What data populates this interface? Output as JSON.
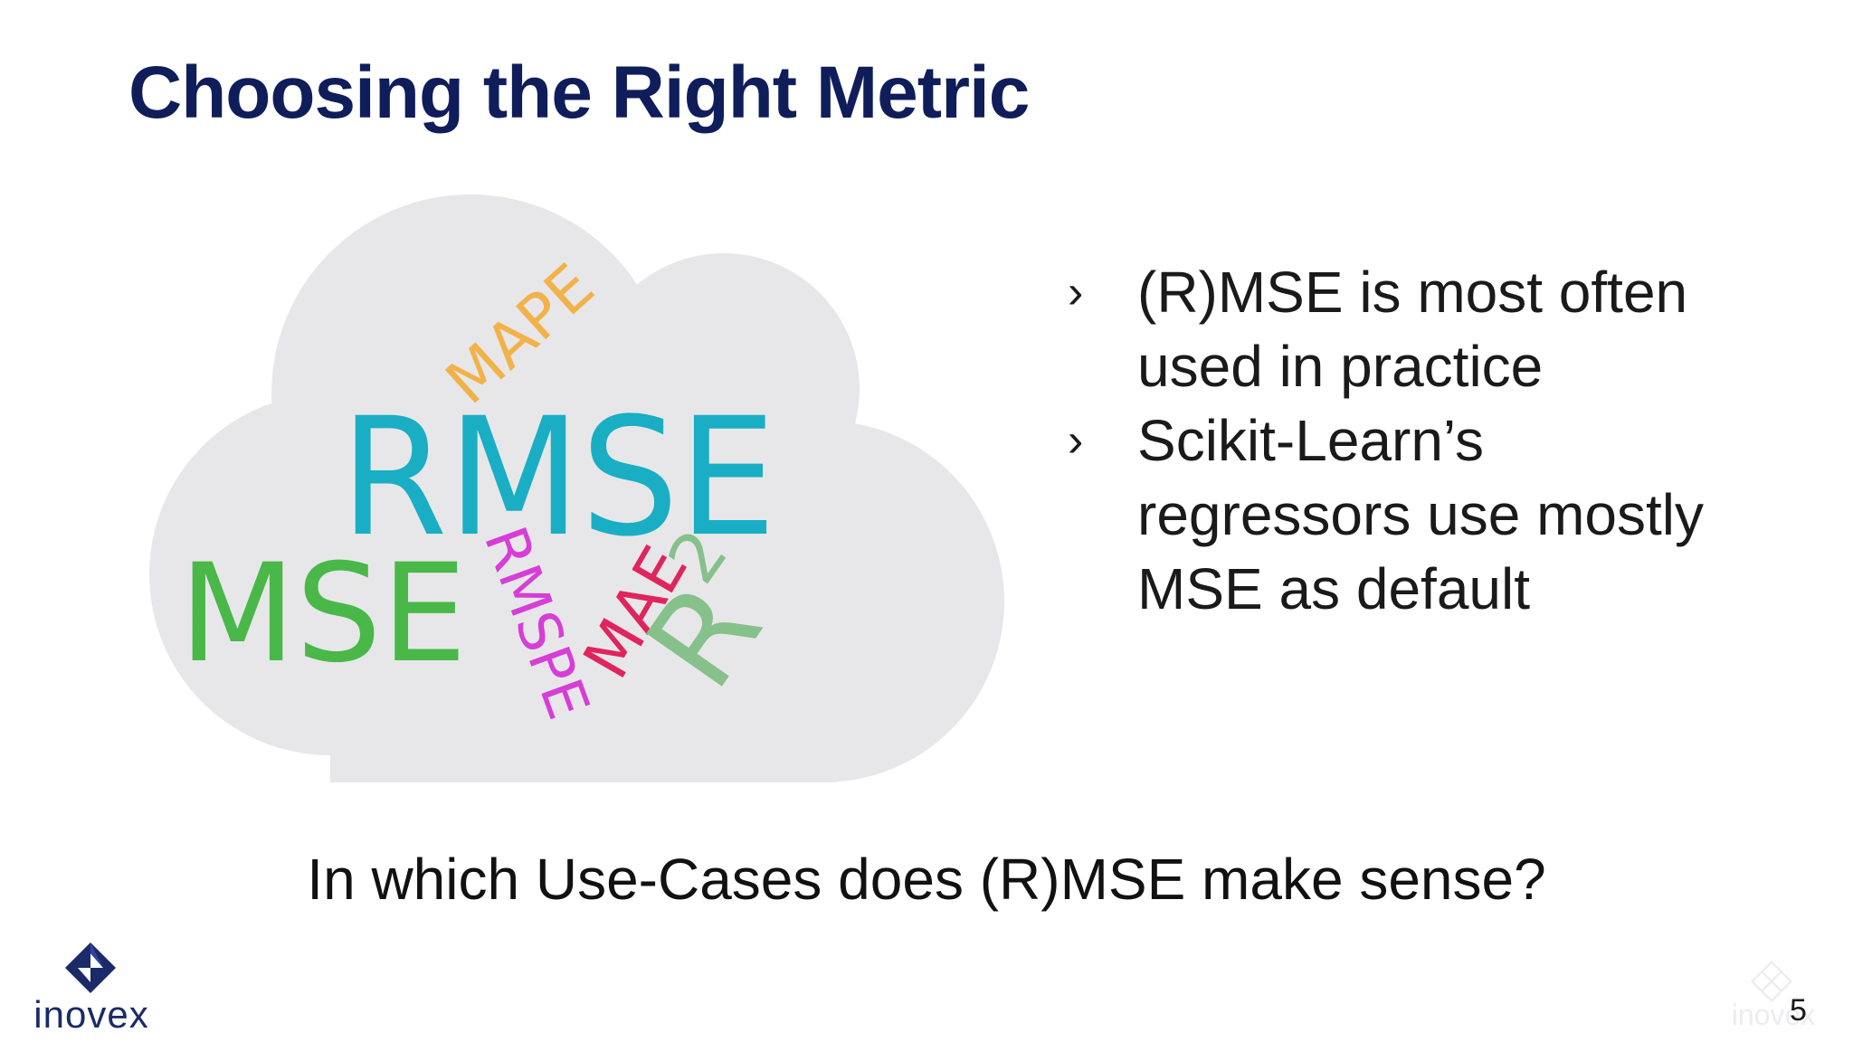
{
  "slide": {
    "title": "Choosing the Right Metric",
    "word_cloud": {
      "words": [
        {
          "text": "MAPE",
          "color": "#f2b24a"
        },
        {
          "text": "RMSE",
          "color": "#1aaec4"
        },
        {
          "text": "MSE",
          "color": "#49b848"
        },
        {
          "text": "RMSPE",
          "color": "#d63ed6"
        },
        {
          "text": "MAE",
          "color": "#e0245e"
        },
        {
          "text": "R",
          "color": "#86c08a"
        },
        {
          "text": "2",
          "color": "#86c08a"
        }
      ],
      "cloud_color": "#e7e7e9"
    },
    "bullets": [
      {
        "marker": "›",
        "lines": [
          "(R)MSE is most often",
          "used in practice"
        ]
      },
      {
        "marker": "›",
        "lines": [
          "Scikit-Learn’s",
          "regressors use mostly",
          "MSE as default"
        ]
      }
    ],
    "question": "In which Use-Cases does (R)MSE make sense?",
    "logo": {
      "text": "inovex",
      "color": "#1b2a68"
    },
    "watermark": {
      "text": "inovex"
    },
    "page_number": "5",
    "colors": {
      "title": "#0f1e5a",
      "text": "#1a1a1a"
    }
  }
}
